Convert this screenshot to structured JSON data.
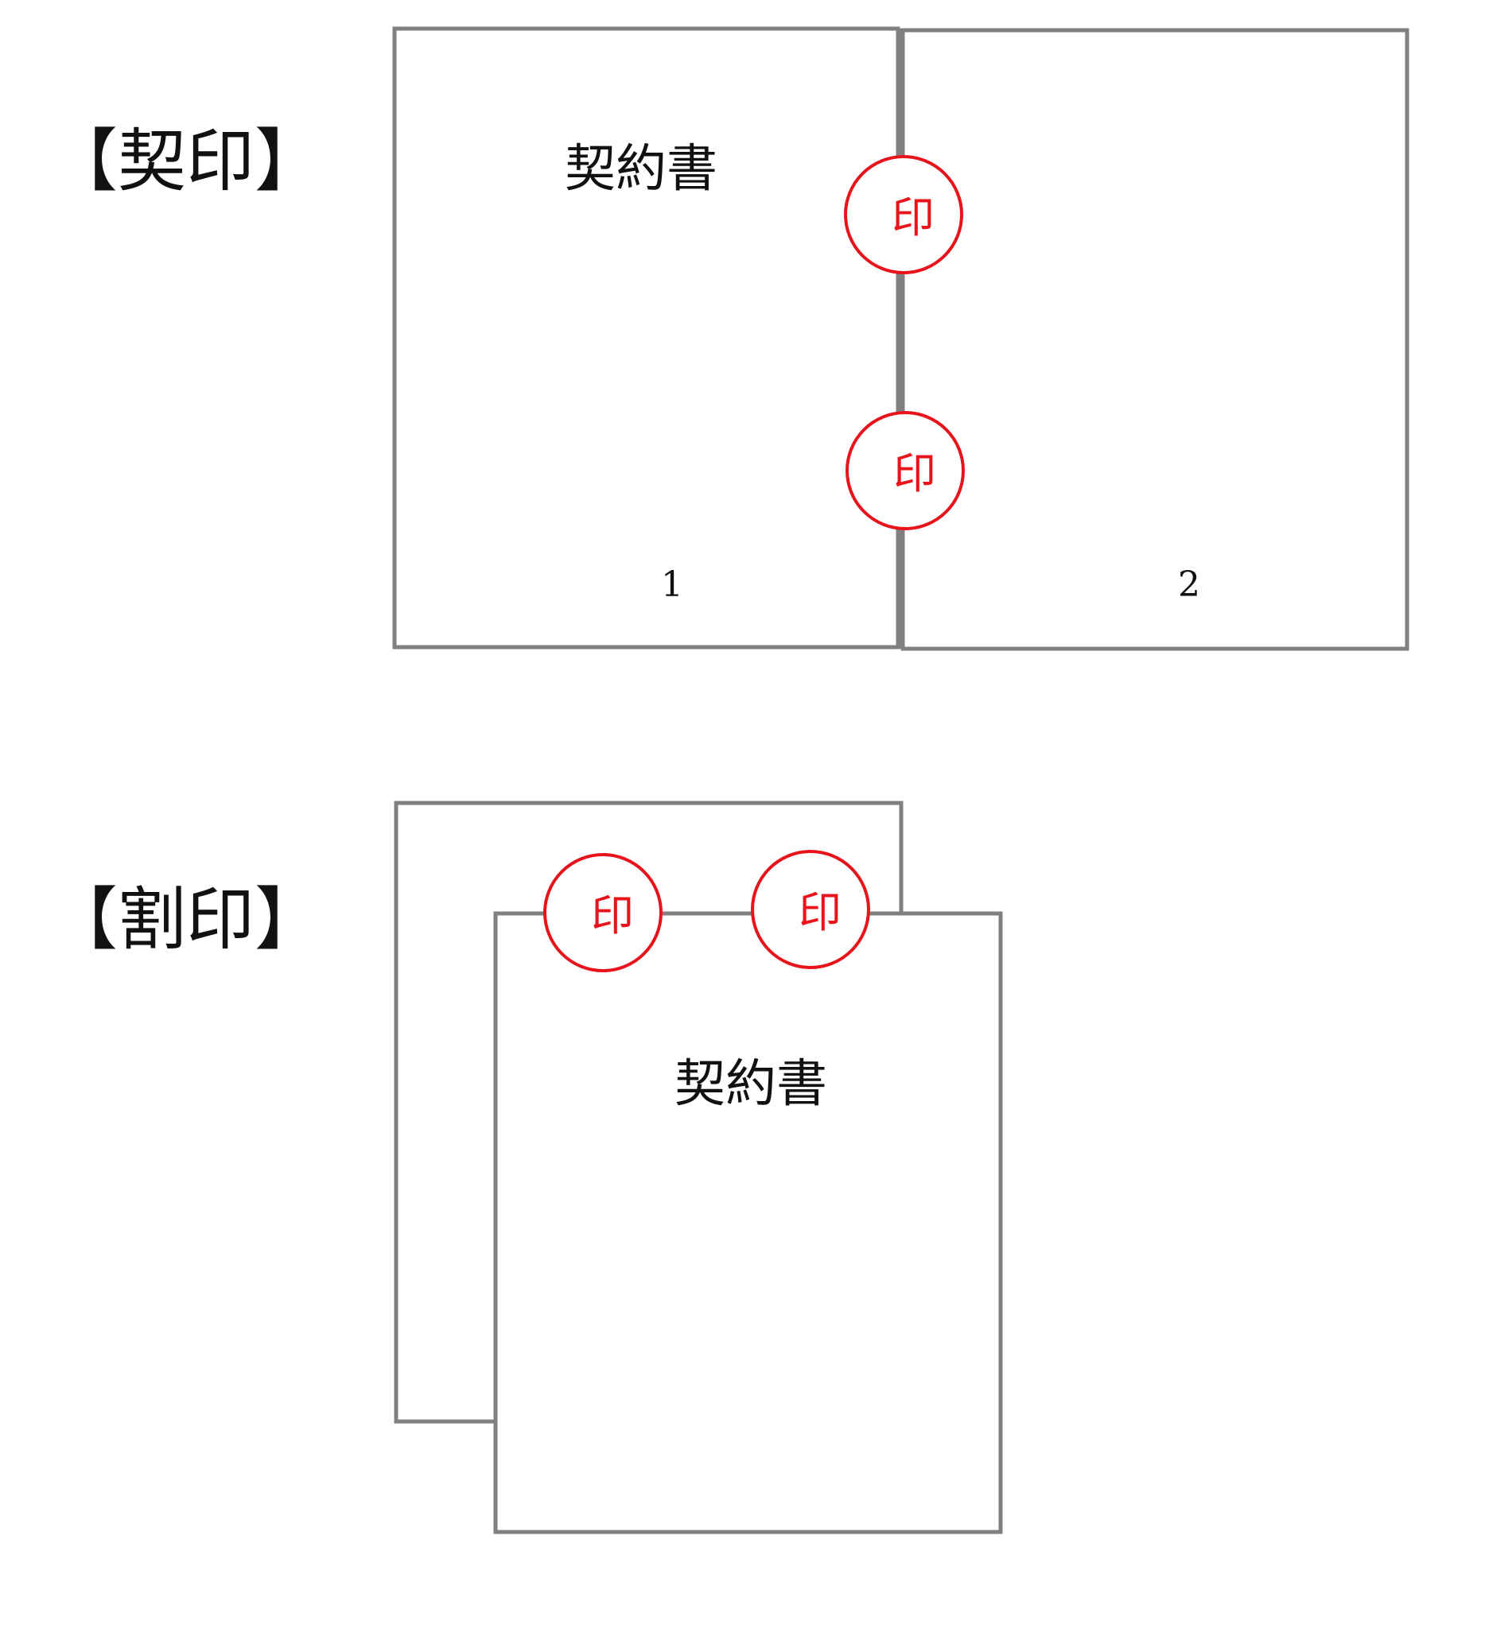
{
  "colors": {
    "page_border": "#808080",
    "seal": "#e8141b",
    "text": "#111111"
  },
  "keiin": {
    "label": "【契印】",
    "page1": {
      "title": "契約書",
      "number": "1"
    },
    "page2": {
      "number": "2"
    },
    "seals": [
      "印",
      "印"
    ]
  },
  "warīn": {
    "label": "【割印】",
    "front_page": {
      "title": "契約書"
    },
    "seals": [
      "印",
      "印"
    ]
  }
}
